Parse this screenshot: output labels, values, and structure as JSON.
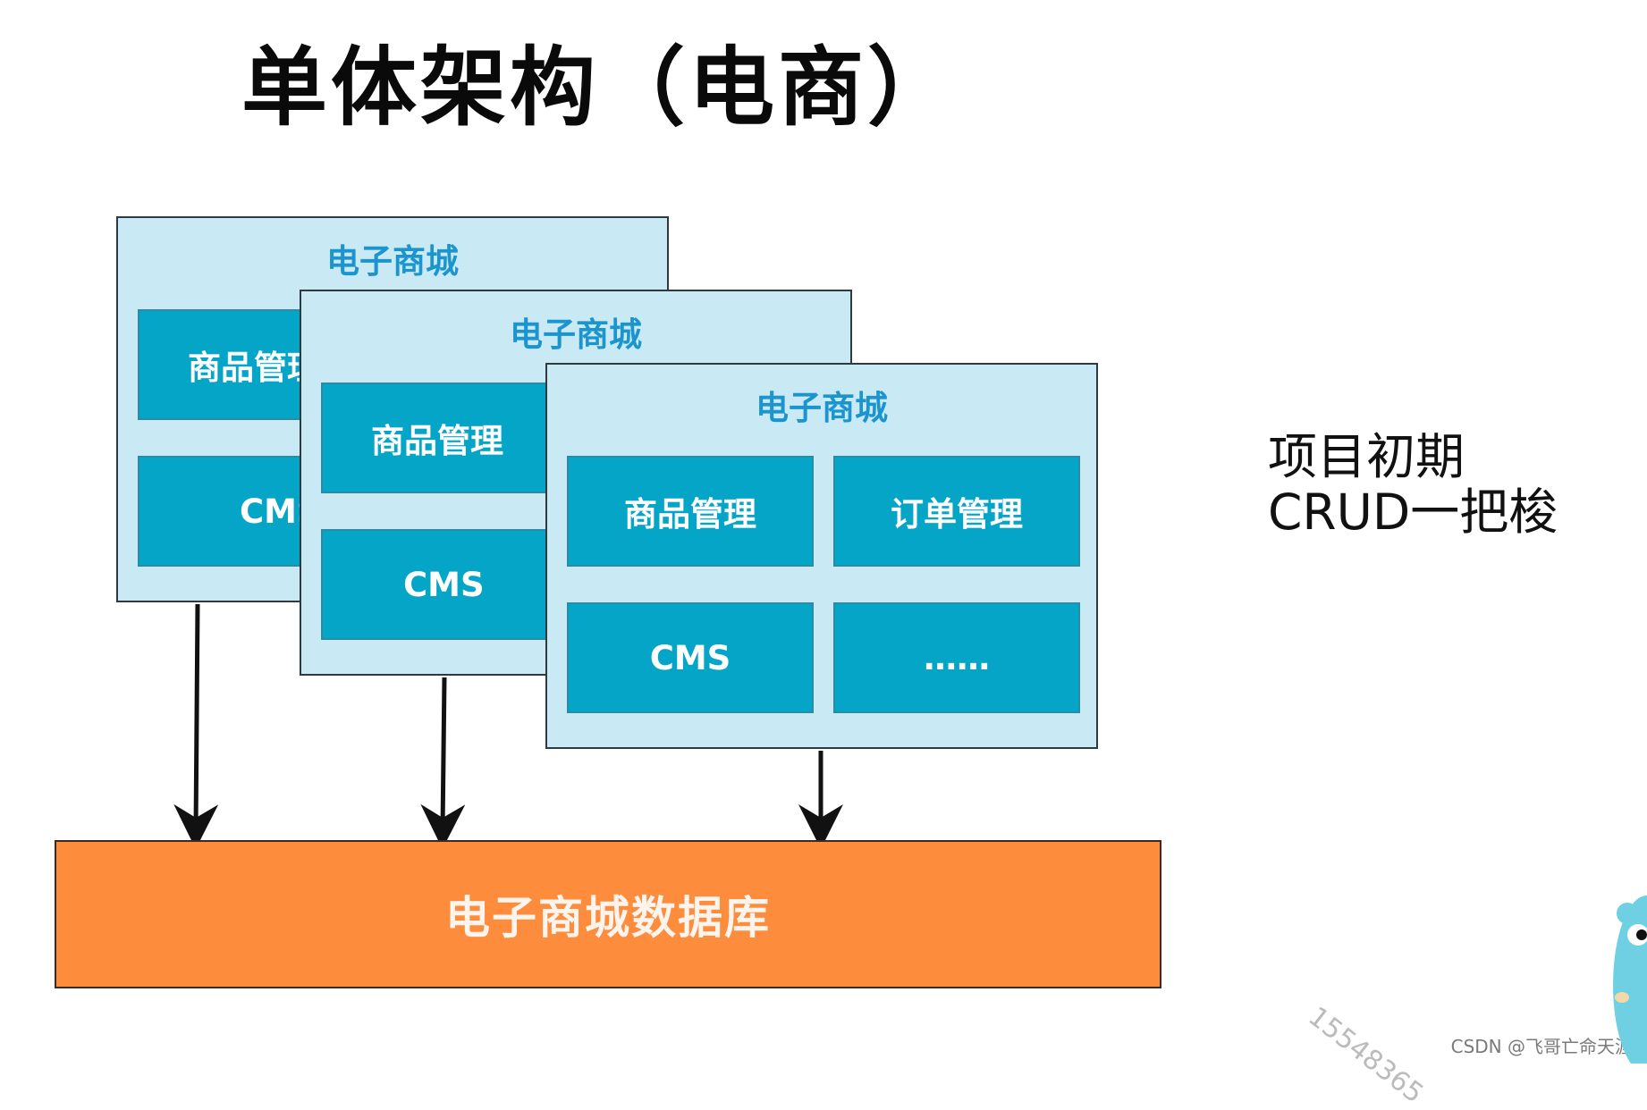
{
  "title": "单体架构（电商）",
  "panels": [
    {
      "title": "电子商城",
      "modules": [
        "商品管理",
        "CMS"
      ]
    },
    {
      "title": "电子商城",
      "modules": [
        "商品管理",
        "CMS"
      ]
    },
    {
      "title": "电子商城",
      "modules": [
        "商品管理",
        "订单管理",
        "CMS",
        "……"
      ]
    }
  ],
  "database": {
    "label": "电子商城数据库"
  },
  "side_note": {
    "line1": "项目初期",
    "line2": "CRUD一把梭"
  },
  "watermark": "15548365",
  "credit": "CSDN @飞哥亡命天涯",
  "colors": {
    "panel_bg": "#c9eaf5",
    "panel_title": "#1c95cf",
    "module_bg": "#04a5c6",
    "database_bg": "#fd8c3c"
  }
}
